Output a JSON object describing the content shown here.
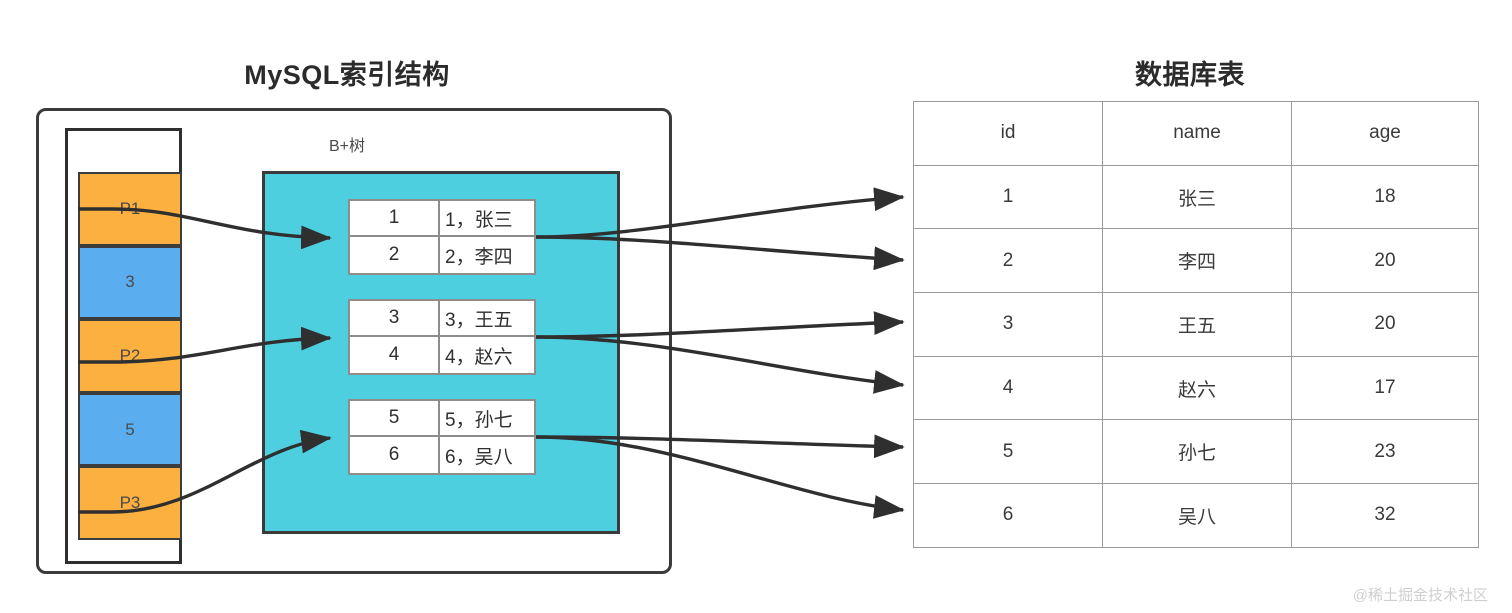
{
  "titles": {
    "index_structure": "MySQL索引结构",
    "database_table": "数据库表"
  },
  "btree_label": "B+树",
  "root_node": {
    "cells": [
      {
        "label": "P1",
        "kind": "pointer"
      },
      {
        "label": "3",
        "kind": "key"
      },
      {
        "label": "P2",
        "kind": "pointer"
      },
      {
        "label": "5",
        "kind": "key"
      },
      {
        "label": "P3",
        "kind": "pointer"
      }
    ]
  },
  "leaf_nodes": [
    {
      "rows": [
        {
          "key": "1",
          "value": "1，张三"
        },
        {
          "key": "2",
          "value": "2，李四"
        }
      ]
    },
    {
      "rows": [
        {
          "key": "3",
          "value": "3，王五"
        },
        {
          "key": "4",
          "value": "4，赵六"
        }
      ]
    },
    {
      "rows": [
        {
          "key": "5",
          "value": "5，孙七"
        },
        {
          "key": "6",
          "value": "6，吴八"
        }
      ]
    }
  ],
  "table": {
    "columns": [
      "id",
      "name",
      "age"
    ],
    "rows": [
      [
        "1",
        "张三",
        "18"
      ],
      [
        "2",
        "李四",
        "20"
      ],
      [
        "3",
        "王五",
        "20"
      ],
      [
        "4",
        "赵六",
        "17"
      ],
      [
        "5",
        "孙七",
        "23"
      ],
      [
        "6",
        "吴八",
        "32"
      ]
    ]
  },
  "watermark": "@稀土掘金技术社区",
  "colors": {
    "pointer_cell": "#fbb040",
    "key_cell": "#5aaef0",
    "leaf_container": "#4ecfe0",
    "border_dark": "#3a3a3a",
    "table_border": "#9a9a9a",
    "text": "#3a3a3a",
    "watermark": "#cfcfcf"
  }
}
